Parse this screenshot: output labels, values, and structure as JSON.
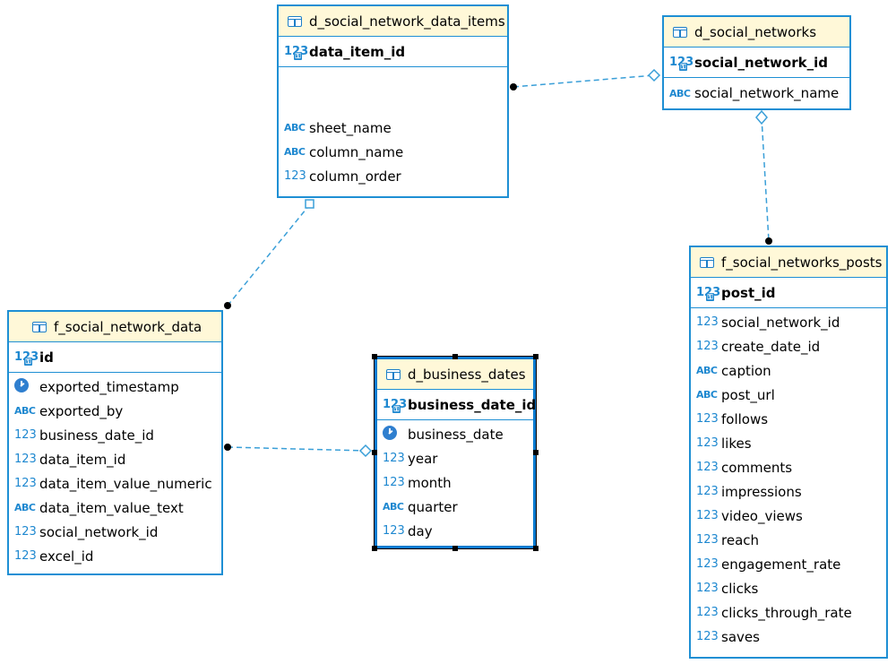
{
  "tables": {
    "data_items": {
      "title": "d_social_network_data_items",
      "pk": {
        "icon": "123",
        "name": "data_item_id"
      },
      "columns": [
        {
          "icon": "ABC",
          "name": "sheet_name"
        },
        {
          "icon": "ABC",
          "name": "column_name"
        },
        {
          "icon": "123",
          "name": "column_order"
        }
      ]
    },
    "networks": {
      "title": "d_social_networks",
      "pk": {
        "icon": "123",
        "name": "social_network_id"
      },
      "columns": [
        {
          "icon": "ABC",
          "name": "social_network_name"
        }
      ]
    },
    "network_data": {
      "title": "f_social_network_data",
      "pk": {
        "icon": "123",
        "name": "id"
      },
      "columns": [
        {
          "icon": "clock",
          "name": "exported_timestamp"
        },
        {
          "icon": "ABC",
          "name": "exported_by"
        },
        {
          "icon": "123",
          "name": "business_date_id"
        },
        {
          "icon": "123",
          "name": "data_item_id"
        },
        {
          "icon": "123",
          "name": "data_item_value_numeric"
        },
        {
          "icon": "ABC",
          "name": "data_item_value_text"
        },
        {
          "icon": "123",
          "name": "social_network_id"
        },
        {
          "icon": "123",
          "name": "excel_id"
        }
      ]
    },
    "business_dates": {
      "title": "d_business_dates",
      "pk": {
        "icon": "123",
        "name": "business_date_id"
      },
      "columns": [
        {
          "icon": "clock",
          "name": "business_date"
        },
        {
          "icon": "123",
          "name": "year"
        },
        {
          "icon": "123",
          "name": "month"
        },
        {
          "icon": "ABC",
          "name": "quarter"
        },
        {
          "icon": "123",
          "name": "day"
        }
      ]
    },
    "posts": {
      "title": "f_social_networks_posts",
      "pk": {
        "icon": "123",
        "name": "post_id"
      },
      "columns": [
        {
          "icon": "123",
          "name": "social_network_id"
        },
        {
          "icon": "123",
          "name": "create_date_id"
        },
        {
          "icon": "ABC",
          "name": "caption"
        },
        {
          "icon": "ABC",
          "name": "post_url"
        },
        {
          "icon": "123",
          "name": "follows"
        },
        {
          "icon": "123",
          "name": "likes"
        },
        {
          "icon": "123",
          "name": "comments"
        },
        {
          "icon": "123",
          "name": "impressions"
        },
        {
          "icon": "123",
          "name": "video_views"
        },
        {
          "icon": "123",
          "name": "reach"
        },
        {
          "icon": "123",
          "name": "engagement_rate"
        },
        {
          "icon": "123",
          "name": "clicks"
        },
        {
          "icon": "123",
          "name": "clicks_through_rate"
        },
        {
          "icon": "123",
          "name": "saves"
        }
      ]
    }
  },
  "colors": {
    "border": "#1e8fd4",
    "header_bg": "#fff8d8",
    "link": "#3a9fd8"
  }
}
